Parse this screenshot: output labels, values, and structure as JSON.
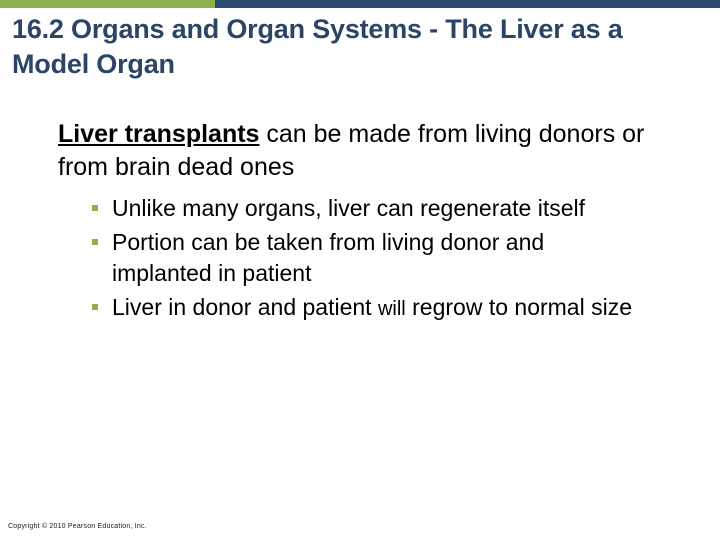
{
  "theme": {
    "accent_green": "#8CB04F",
    "accent_blue": "#2B4A70",
    "title_color": "#2C4565",
    "body_color": "#000000",
    "background": "#FFFFFF"
  },
  "slide": {
    "title": "16.2 Organs and Organ Systems - The Liver as a Model Organ",
    "body": {
      "level1": {
        "emphasis": "Liver transplants",
        "rest": " can be made from living donors or from brain dead ones"
      },
      "bullets": [
        {
          "marker": "square-bullet",
          "text": "Unlike many organs, liver can regenerate itself"
        },
        {
          "marker": "square-bullet",
          "text": "Portion can be taken from living donor and implanted in patient"
        },
        {
          "marker": "square-bullet",
          "part1": "Liver in donor and patient ",
          "small": "will",
          "part2": " regrow to normal size"
        }
      ]
    }
  },
  "footer": {
    "copyright": "Copyright © 2010 Pearson Education, Inc."
  }
}
